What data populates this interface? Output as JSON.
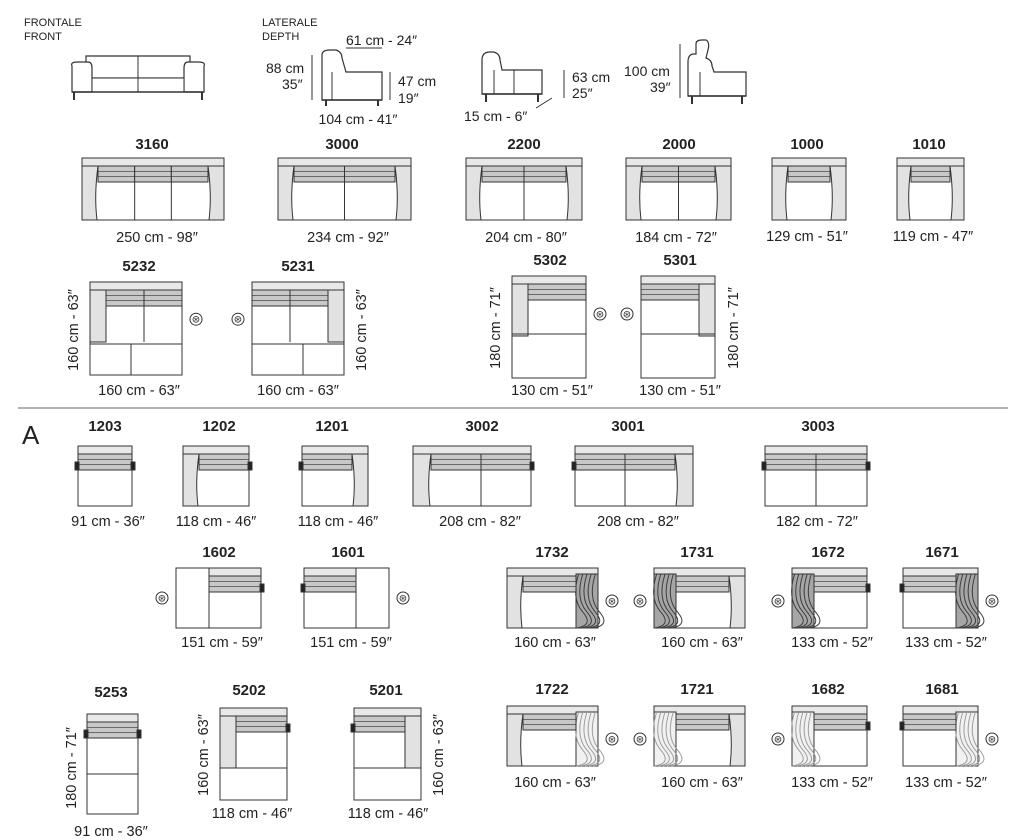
{
  "header": {
    "front_label": "FRONTALE",
    "front_label_en": "FRONT",
    "side_label": "LATERALE",
    "side_label_en": "DEPTH"
  },
  "side_dims": {
    "seat_depth": "61 cm - 24″",
    "height_cm": "88 cm",
    "height_in": "35″",
    "seat_height_cm": "47 cm",
    "seat_height_in": "19″",
    "depth": "104 cm - 41″",
    "recline": "15 cm - 6″",
    "arm_height_cm": "63 cm",
    "arm_height_in": "25″",
    "headrest_height_cm": "100 cm",
    "headrest_height_in": "39″"
  },
  "section_label": "A",
  "symbol": "⊛",
  "modules": [
    {
      "code": "3160",
      "dim": "250 cm - 98″"
    },
    {
      "code": "3000",
      "dim": "234 cm - 92″"
    },
    {
      "code": "2200",
      "dim": "204 cm - 80″"
    },
    {
      "code": "2000",
      "dim": "184 cm - 72″"
    },
    {
      "code": "1000",
      "dim": "129 cm - 51″"
    },
    {
      "code": "1010",
      "dim": "119 cm - 47″"
    },
    {
      "code": "5232",
      "dim": "160 cm - 63″",
      "dim2": "160 cm - 63″"
    },
    {
      "code": "5231",
      "dim": "160 cm - 63″",
      "dim2": "160 cm - 63″"
    },
    {
      "code": "5302",
      "dim": "130 cm - 51″",
      "dim2": "180 cm - 71″"
    },
    {
      "code": "5301",
      "dim": "130 cm - 51″",
      "dim2": "180 cm - 71″"
    },
    {
      "code": "1203",
      "dim": "91 cm - 36″"
    },
    {
      "code": "1202",
      "dim": "118 cm - 46″"
    },
    {
      "code": "1201",
      "dim": "118 cm - 46″"
    },
    {
      "code": "3002",
      "dim": "208 cm - 82″"
    },
    {
      "code": "3001",
      "dim": "208 cm - 82″"
    },
    {
      "code": "3003",
      "dim": "182 cm - 72″"
    },
    {
      "code": "1602",
      "dim": "151 cm - 59″"
    },
    {
      "code": "1601",
      "dim": "151 cm - 59″"
    },
    {
      "code": "1732",
      "dim": "160 cm - 63″"
    },
    {
      "code": "1731",
      "dim": "160 cm - 63″"
    },
    {
      "code": "1672",
      "dim": "133 cm - 52″"
    },
    {
      "code": "1671",
      "dim": "133 cm - 52″"
    },
    {
      "code": "5253",
      "dim": "91 cm - 36″",
      "dim2": "180 cm - 71″"
    },
    {
      "code": "5202",
      "dim": "118 cm - 46″",
      "dim2": "160 cm - 63″"
    },
    {
      "code": "5201",
      "dim": "118 cm - 46″",
      "dim2": "160 cm - 63″"
    },
    {
      "code": "1722",
      "dim": "160 cm - 63″"
    },
    {
      "code": "1721",
      "dim": "160 cm - 63″"
    },
    {
      "code": "1682",
      "dim": "133 cm - 52″"
    },
    {
      "code": "1681",
      "dim": "133 cm - 52″"
    }
  ]
}
